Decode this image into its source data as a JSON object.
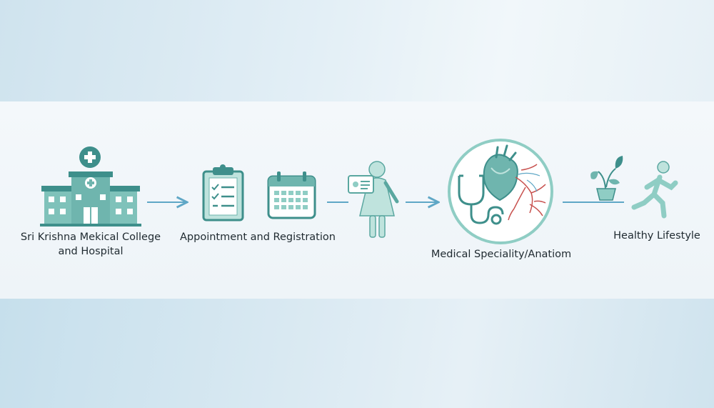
{
  "diagram": {
    "steps": [
      {
        "label_line1": "Sri Krishna Mekical College",
        "label_line2": "and Hospital",
        "icon": "hospital-icon"
      },
      {
        "label": "Appointment and Registration",
        "icon": "clipboard-calendar-icon"
      },
      {
        "icon": "patient-id-card-icon"
      },
      {
        "label": "Medical Speciality/Anatiom",
        "icon": "stethoscope-heart-icon"
      },
      {
        "label": "Healthy Lifestyle",
        "icon": "plant-runner-icon"
      }
    ],
    "colors": {
      "teal_dark": "#3f8f8c",
      "teal_mid": "#6fb9b1",
      "teal_light": "#a9dbd3",
      "blue_arrow": "#5fa7c6",
      "red_vessel": "#c8524f"
    }
  }
}
